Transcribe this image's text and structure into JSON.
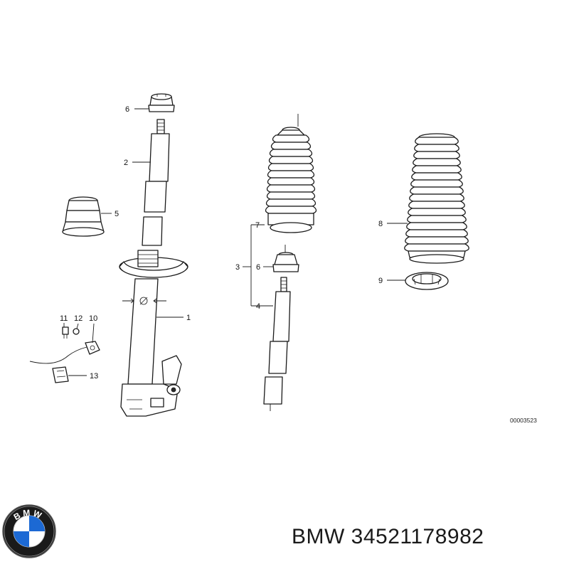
{
  "labels": {
    "l1": "1",
    "l2": "2",
    "l3": "3",
    "l4": "4",
    "l5": "5",
    "l6a": "6",
    "l6b": "6",
    "l7": "7",
    "l8": "8",
    "l9": "9",
    "l10": "10",
    "l11": "11",
    "l12": "12",
    "l13": "13"
  },
  "diagram_ref": "00003523",
  "brand": {
    "logo_text": "BMW",
    "caption": "BMW 34521178982",
    "colors": {
      "blue": "#1c69d4",
      "ring": "#1a1a1a",
      "white": "#ffffff"
    }
  }
}
